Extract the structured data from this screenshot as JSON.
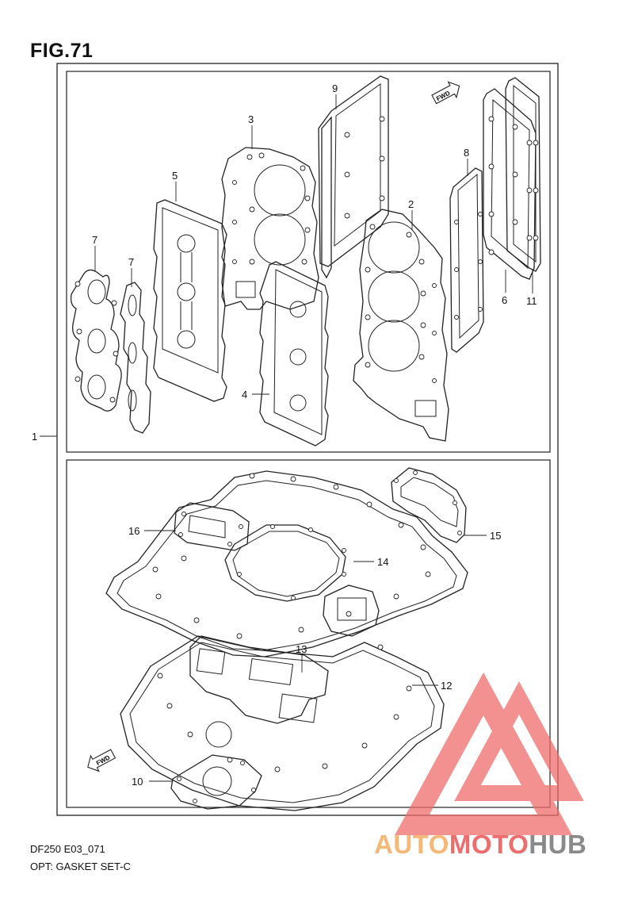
{
  "figure": {
    "title": "FIG.71"
  },
  "footer": {
    "model_code": "DF250 E03_071",
    "description": "OPT: GASKET SET-C"
  },
  "badges": {
    "fwd": "FWD"
  },
  "callouts": {
    "c1": "1",
    "c2": "2",
    "c3": "3",
    "c4": "4",
    "c5": "5",
    "c6": "6",
    "c7a": "7",
    "c7b": "7",
    "c8": "8",
    "c9": "9",
    "c10": "10",
    "c11": "11",
    "c12": "12",
    "c13": "13",
    "c14": "14",
    "c15": "15",
    "c16": "16"
  },
  "watermark": {
    "part_a": "AUTO",
    "part_b": "MOTO",
    "part_c": "HUB",
    "colors": {
      "auto": "#f5b877",
      "moto": "#ef6c6c",
      "hub": "#8a8a8a",
      "logo": "#ef6c6c"
    }
  }
}
